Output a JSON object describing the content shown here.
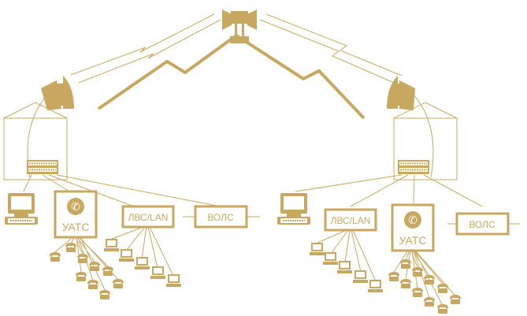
{
  "colors": {
    "accent": "#c8a860",
    "background": "#ffffff",
    "box_fill": "#ffffff"
  },
  "icons": [
    "satellite-dish-icon",
    "relay-antenna-icon",
    "computer-icon",
    "telephone-icon",
    "modem-icon"
  ],
  "left_site": {
    "pbx_label": "УАТС",
    "lan_label": "ЛВС/LAN",
    "fiber_label": "ВОЛС"
  },
  "right_site": {
    "pbx_label": "УАТС",
    "lan_label": "ЛВС/LAN",
    "fiber_label": "ВОЛС"
  }
}
